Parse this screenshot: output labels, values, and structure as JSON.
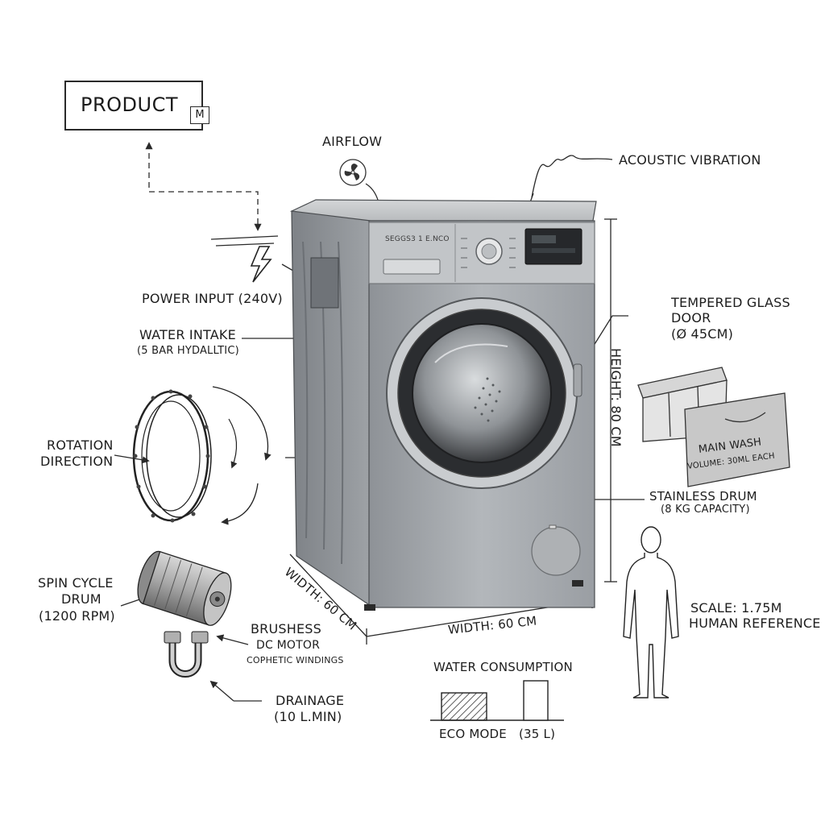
{
  "title": {
    "label": "PRODUCT",
    "mark": "M"
  },
  "machine": {
    "brand_text": "SEGGS3 1 E.NCO"
  },
  "callouts": {
    "airflow": "AIRFLOW",
    "acoustic": "ACOUSTIC VIBRATION",
    "power": "POWER INPUT (240V)",
    "water_intake": "WATER INTAKE",
    "water_intake_sub": "(5 BAR HYDALLTIC)",
    "glass_door_1": "TEMPERED GLASS",
    "glass_door_2": "DOOR",
    "glass_door_3": "(Ø 45CM)",
    "height": "HEIGHT: 80 CM",
    "rotation_1": "ROTATION",
    "rotation_2": "DIRECTION",
    "main_wash_1": "MAIN WASH",
    "main_wash_2": "VOLUME: 30ML EACH",
    "drum_1": "STAINLESS DRUM",
    "drum_2": "(8 KG CAPACITY)",
    "spin_1": "SPIN CYCLE",
    "spin_2": "DRUM",
    "spin_3": "(1200 RPM)",
    "width_side": "WIDTH: 60 CM",
    "width_front": "WIDTH: 60 CM",
    "scale_1": "SCALE: 1.75M",
    "scale_2": "HUMAN REFERENCE",
    "motor_1": "BRUSHESS",
    "motor_2": "DC MOTOR",
    "motor_3": "COPHETIC WINDINGS",
    "drainage_1": "DRAINAGE",
    "drainage_2": "(10 L.MIN)",
    "water_consumption": "WATER CONSUMPTION",
    "eco_mode": "ECO MODE",
    "eco_volume": "(35 L)"
  }
}
